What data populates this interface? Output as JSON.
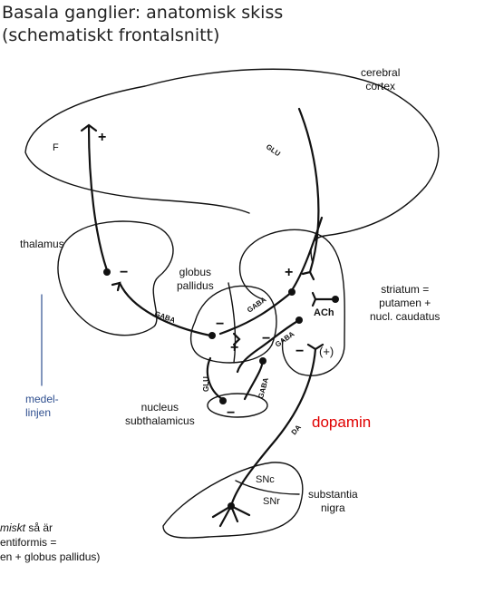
{
  "title": {
    "line1": "Basala ganglier: anatomisk skiss",
    "line2": "(schematiskt frontalsnitt)"
  },
  "labels": {
    "cerebral_cortex_1": "cerebral",
    "cerebral_cortex_2": "cortex",
    "f": "F",
    "thalamus": "thalamus",
    "globus_1": "globus",
    "globus_2": "pallidus",
    "striatum_1": "striatum =",
    "striatum_2": "putamen +",
    "striatum_3": "nucl. caudatus",
    "medel_1": "medel-",
    "medel_2": "linjen",
    "nucleus_1": "nucleus",
    "nucleus_2": "subthalamicus",
    "dopamin": "dopamin",
    "snc": "SNc",
    "snr": "SNr",
    "substantia_1": "substantia",
    "substantia_2": "nigra",
    "ach": "ACh"
  },
  "pathways": {
    "glu_cortex": "GLU",
    "gaba_thalamus": "GABA",
    "gaba_striatum_gp": "GABA",
    "gaba_striatum_gp2": "GABA",
    "glu_stn": "GLU",
    "gaba_stn": "GABA",
    "da": "DA"
  },
  "signs": {
    "plus_cortex": "+",
    "minus_thalamus": "−",
    "plus_striatum": "+",
    "minus_gp": "−",
    "plus_gp": "+",
    "minus_gp2": "−",
    "minus_da": "−",
    "plus_da": "(+)",
    "minus_stn": "−"
  },
  "note": {
    "line1_italic": "miskt",
    "line1_rest": " så är",
    "line2": "entiformis =",
    "line3": "en + globus pallidus)"
  },
  "colors": {
    "line": "#111111",
    "dopamin": "#e00000",
    "midline": "#2f4f8f"
  }
}
